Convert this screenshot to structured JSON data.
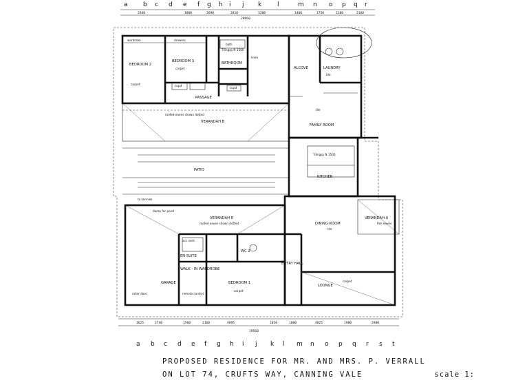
{
  "grid_top": [
    "a",
    "b",
    "c",
    "d",
    "e",
    "f",
    "g",
    "h",
    "i",
    "j",
    "k",
    "l",
    "m",
    "n",
    "o",
    "p",
    "q",
    "r"
  ],
  "grid_bottom": [
    "a",
    "b",
    "c",
    "d",
    "e",
    "f",
    "g",
    "h",
    "i",
    "j",
    "k",
    "l",
    "m",
    "n",
    "o",
    "p",
    "q",
    "r",
    "s",
    "t"
  ],
  "rooms": {
    "bedroom2": "BEDROOM 2",
    "bedroom3": "BEDROOM 3",
    "bathroom": "BATHROOM",
    "bath": "bath",
    "alcove": "ALCOVE",
    "laundry": "LAUNDRY",
    "passage": "PASSAGE",
    "verandah_b": "VERANDAH B",
    "family_room": "FAMILY ROOM",
    "patio": "PATIO",
    "verandah_a": "VERANDAH A",
    "kitchen": "KITCHEN",
    "verandah_r": "VERANDAH R",
    "dining_room": "DINING ROOM",
    "en_suite": "EN SUITE",
    "wc": "WC 2",
    "walk_in_wardrobe": "WALK - IN WARDROBE",
    "entry_hall": "ENTRY HALL",
    "garage": "GARAGE",
    "bedroom1": "BEDROOM 1",
    "lounge": "LOUNGE"
  },
  "notes": {
    "carpet": "carpet",
    "tile": "tile",
    "wardrobe": "wardrobe",
    "drawers": "drawers",
    "linen": "linen",
    "cupd": "cupd",
    "roofed_eaves_b": "roofed eaves shown dotted",
    "roofed_eaves_r": "roofed eaves shown dotted",
    "dumped_for_pond": "dump for pond",
    "to_kennels": "to kennels",
    "roller_door": "roller door",
    "remote_control": "remote control",
    "acc_vent": "acc vent",
    "fish_eaves": "fish eaves",
    "tiling_plate": "Tilingsp N 1500"
  },
  "dims_top": [
    "2940",
    "1800",
    "2690",
    "2810",
    "3200",
    "1400",
    "1750",
    "2100",
    "2160",
    "20660"
  ],
  "dims_bottom": [
    "1625",
    "2740",
    "1560",
    "2160",
    "4895",
    "1850",
    "1800",
    "4825",
    "1980",
    "2980",
    "19560"
  ],
  "title": {
    "line1": "PROPOSED  RESIDENCE  FOR  MR. AND  MRS. P. VERRALL",
    "line2": "ON  LOT 74,  CRUFTS  WAY,  CANNING  VALE",
    "scale": "scale 1:"
  }
}
